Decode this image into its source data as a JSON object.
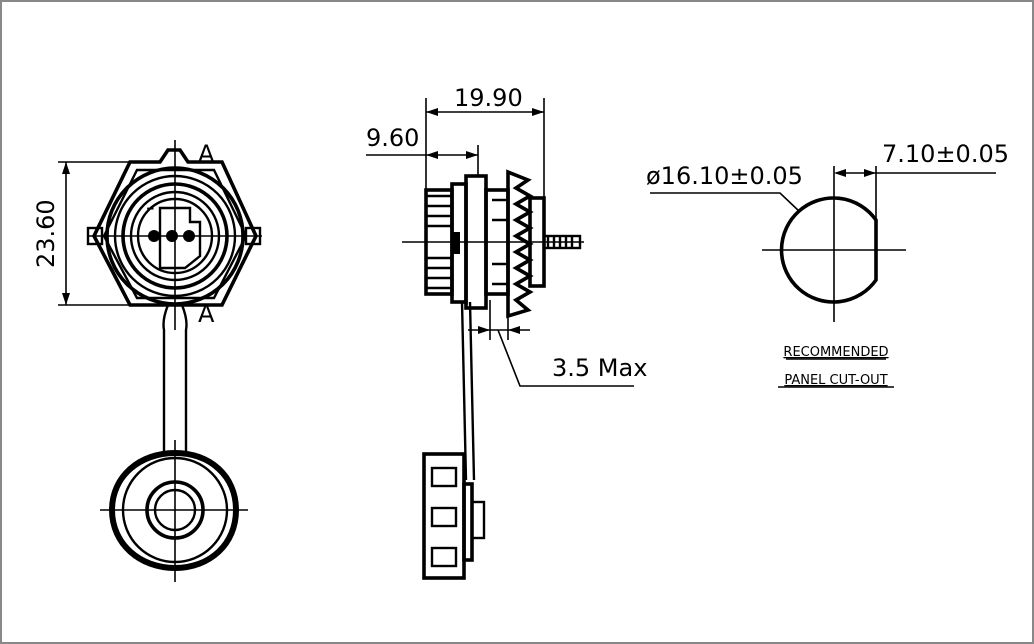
{
  "dimensions": {
    "front_height": "23.60",
    "overall_length": "19.90",
    "thread_length": "9.60",
    "panel_thickness": "3.5 Max",
    "cutout_diameter": "ø16.10±0.05",
    "cutout_flat": "7.10±0.05"
  },
  "markers": {
    "section_top": "A",
    "section_bottom": "A",
    "pin_mark": "-"
  },
  "notes": {
    "line1": "RECOMMENDED",
    "line2": "PANEL CUT-OUT"
  }
}
